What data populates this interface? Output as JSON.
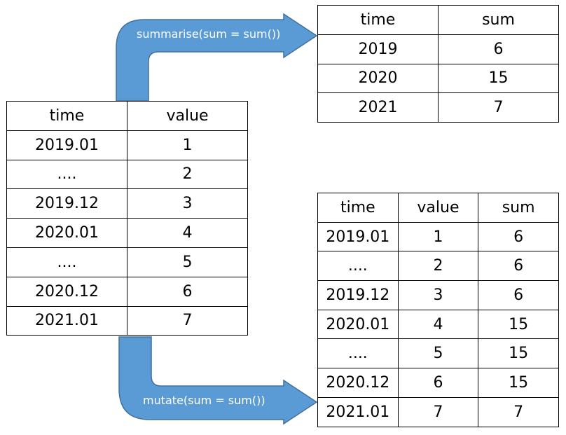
{
  "colors": {
    "arrow": "#5B9BD5",
    "arrow_stroke": "#41719C",
    "text": "#000000",
    "label": "#ffffff"
  },
  "source_table": {
    "headers": [
      "time",
      "value"
    ],
    "rows": [
      [
        "2019.01",
        "1"
      ],
      [
        "....",
        "2"
      ],
      [
        "2019.12",
        "3"
      ],
      [
        "2020.01",
        "4"
      ],
      [
        "....",
        "5"
      ],
      [
        "2020.12",
        "6"
      ],
      [
        "2021.01",
        "7"
      ]
    ]
  },
  "summarise_table": {
    "headers": [
      "time",
      "sum"
    ],
    "rows": [
      [
        "2019",
        "6"
      ],
      [
        "2020",
        "15"
      ],
      [
        "2021",
        "7"
      ]
    ]
  },
  "mutate_table": {
    "headers": [
      "time",
      "value",
      "sum"
    ],
    "rows": [
      [
        "2019.01",
        "1",
        "6"
      ],
      [
        "....",
        "2",
        "6"
      ],
      [
        "2019.12",
        "3",
        "6"
      ],
      [
        "2020.01",
        "4",
        "15"
      ],
      [
        "....",
        "5",
        "15"
      ],
      [
        "2020.12",
        "6",
        "15"
      ],
      [
        "2021.01",
        "7",
        "7"
      ]
    ]
  },
  "arrows": {
    "summarise_label": "summarise(sum = sum())",
    "mutate_label": "mutate(sum = sum())"
  }
}
